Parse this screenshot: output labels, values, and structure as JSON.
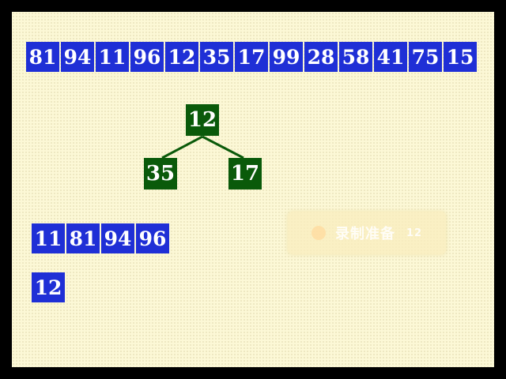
{
  "input_array": [
    "81",
    "94",
    "11",
    "96",
    "12",
    "35",
    "17",
    "99",
    "28",
    "58",
    "41",
    "75",
    "15"
  ],
  "tree": {
    "root": "12",
    "left": "35",
    "right": "17"
  },
  "merged_run": [
    "11",
    "81",
    "94",
    "96"
  ],
  "output_run": [
    "12"
  ],
  "overlay": {
    "label": "录制准备",
    "sub": "12"
  },
  "colors": {
    "background": "#fcf8d6",
    "array_cell": "#1f2fd6",
    "tree_node": "#0a5a0a",
    "edge": "#0a5a0a"
  }
}
